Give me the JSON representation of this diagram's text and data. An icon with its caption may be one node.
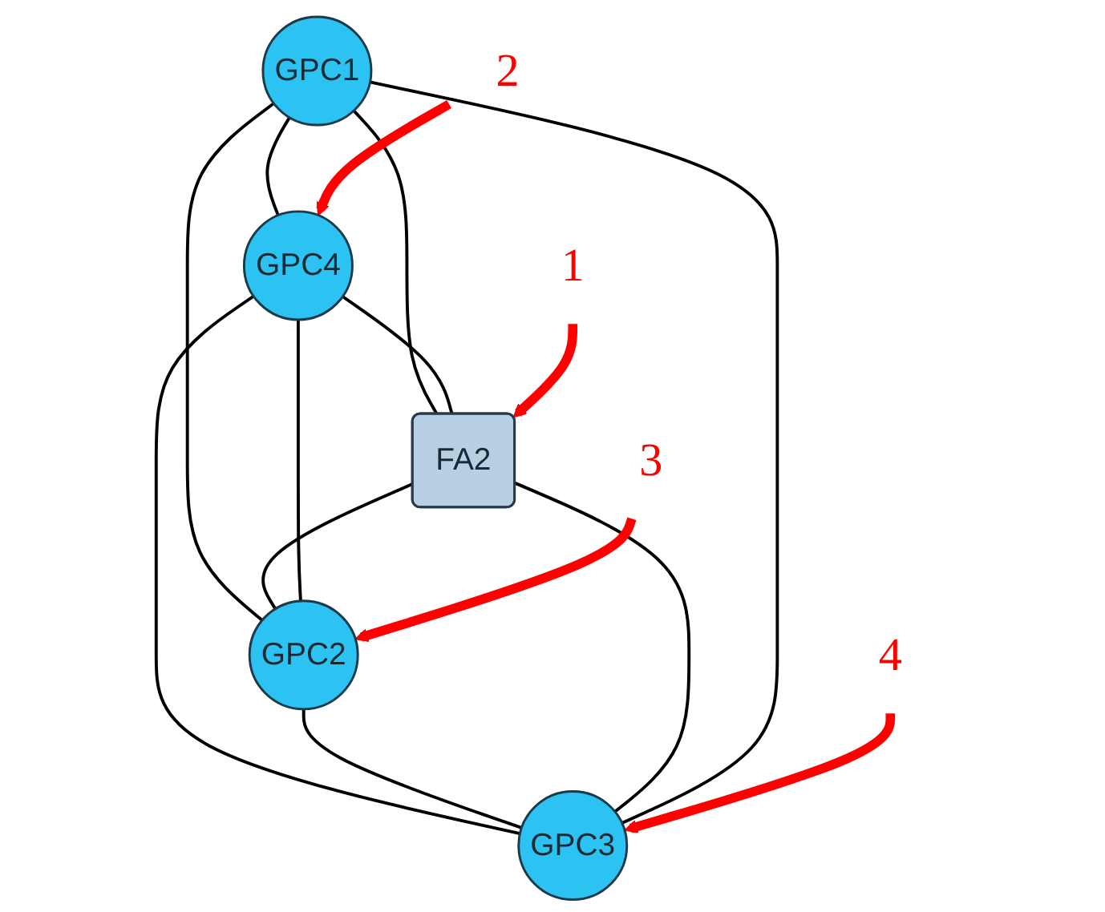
{
  "diagram": {
    "nodes": [
      {
        "text": [
          "GPC1"
        ]
      },
      {
        "text": [
          "GPC4"
        ]
      },
      {
        "text": [
          "FA2"
        ]
      },
      {
        "text": [
          "GPC2"
        ]
      },
      {
        "text": [
          "GPC3"
        ]
      },
      {
        "text": [
          "1"
        ]
      },
      {
        "text": [
          "2"
        ]
      },
      {
        "text": [
          "3"
        ]
      },
      {
        "text": [
          "4"
        ]
      }
    ],
    "edges": [
      {
        "from": 0,
        "to": 1,
        "arrow": "none"
      },
      {
        "from": 0,
        "to": 3,
        "arrow": "none"
      },
      {
        "from": 1,
        "to": 4,
        "arrow": "none"
      },
      {
        "from": 3,
        "to": 4,
        "arrow": "none"
      },
      {
        "from": 0,
        "to": 2,
        "arrow": "none"
      },
      {
        "from": 1,
        "to": 2,
        "arrow": "none"
      },
      {
        "from": 2,
        "to": 3,
        "arrow": "none"
      },
      {
        "from": 2,
        "to": 4,
        "arrow": "none"
      },
      {
        "from": 0,
        "to": 4,
        "arrow": "none"
      },
      {
        "from": 1,
        "to": 3,
        "arrow": "none"
      },
      {
        "from": 5,
        "to": 2,
        "arrow": "to",
        "style": "thick",
        "color": "#ff0000"
      },
      {
        "from": 6,
        "to": 1,
        "arrow": "to",
        "style": "thick",
        "color": "#ff0000"
      },
      {
        "from": 7,
        "to": 3,
        "arrow": "to",
        "style": "thick",
        "color": "#ff0000"
      },
      {
        "from": 8,
        "to": 4,
        "arrow": "to",
        "style": "thick",
        "color": "#ff0000"
      }
    ]
  }
}
